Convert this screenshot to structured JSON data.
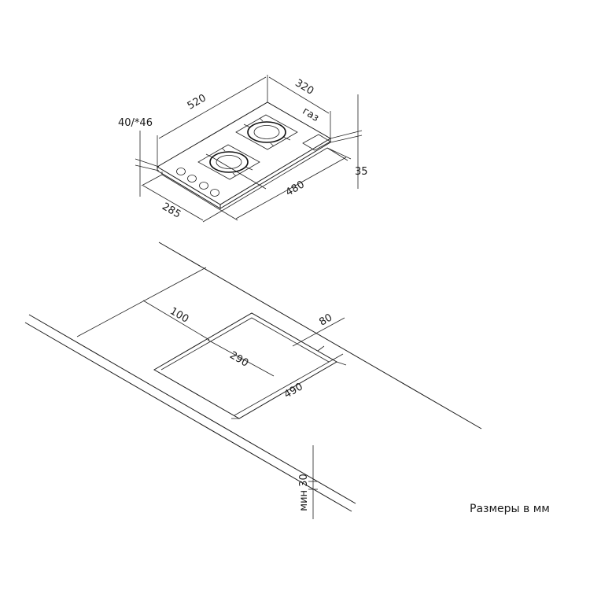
{
  "hob": {
    "width": "520",
    "depth": "320",
    "height_total": "40/*46",
    "gas_label": "газ",
    "glass_height": "35",
    "body_width": "480",
    "body_depth": "285"
  },
  "cutout": {
    "back_clearance": "100",
    "side_clearance": "80",
    "cut_width": "290",
    "cut_depth": "490",
    "min_thickness": "мин 30"
  },
  "caption": "Размеры в мм"
}
